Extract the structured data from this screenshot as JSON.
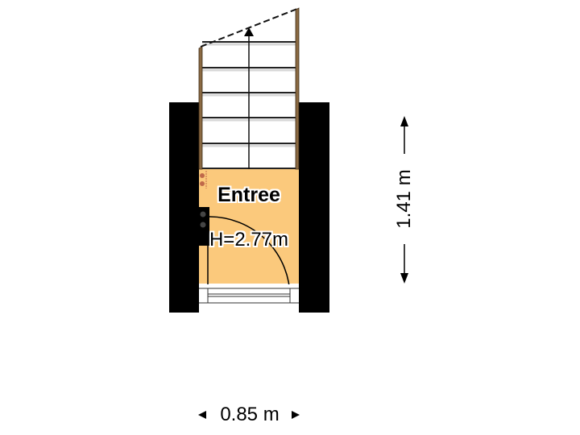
{
  "floorplan": {
    "room": {
      "name": "Entree",
      "height_label": "H=2.77m",
      "fill_color": "#fbc97c"
    },
    "dimensions": {
      "vertical": "1.41 m",
      "horizontal": "0.85 m"
    },
    "colors": {
      "wall": "#000000",
      "stair_rail": "#8b6a43",
      "room": "#fbc97c",
      "fixture": "#c0694a"
    },
    "icons": [
      "staircase-icon",
      "stair-direction-arrow-icon",
      "door-swing-icon",
      "meter-box-icon",
      "radiator-icon",
      "dimension-arrow-icon"
    ]
  }
}
